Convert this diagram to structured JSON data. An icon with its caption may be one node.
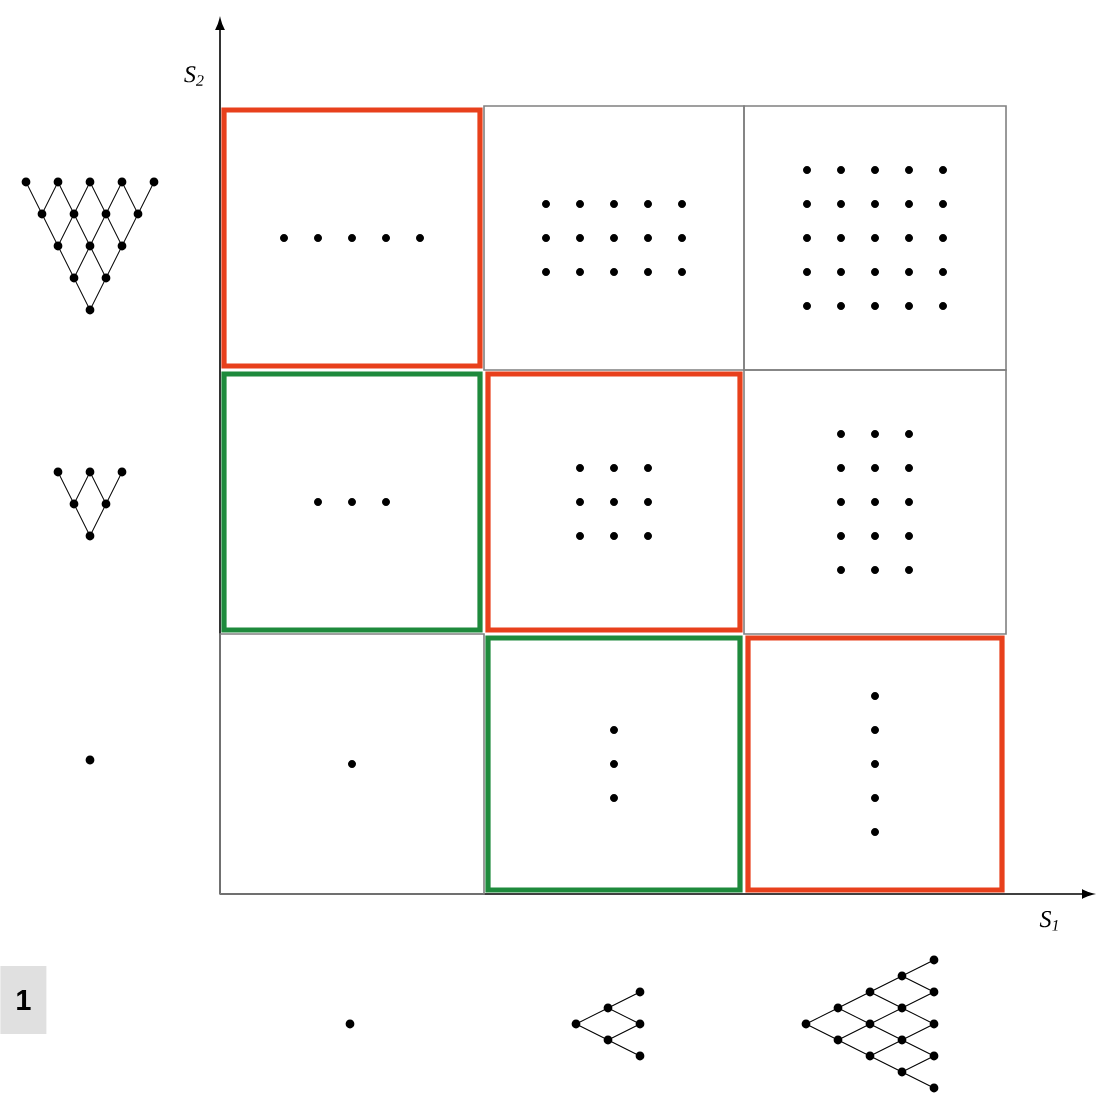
{
  "diagram": {
    "labels": [
      "S$_{2}$",
      "S$_{1}$",
      "1"
    ]
  }
}
